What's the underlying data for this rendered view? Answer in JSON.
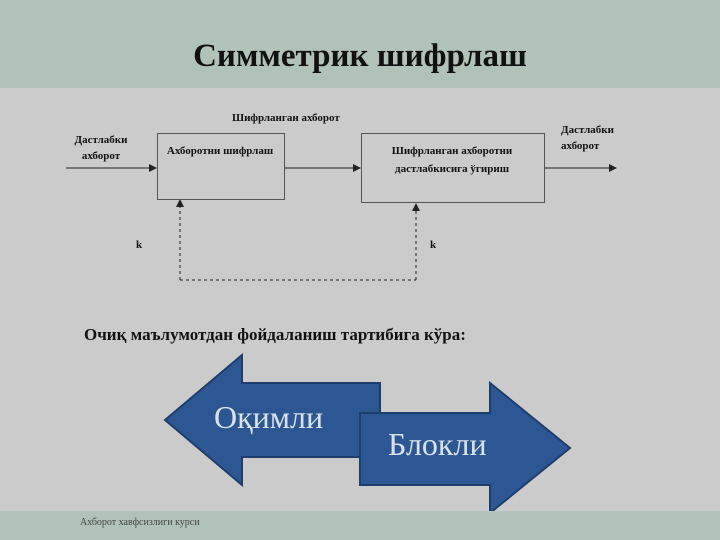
{
  "title": "Симметрик шифрлаш",
  "diagram": {
    "input_label": "Дастлабки ахборот",
    "encrypted_label": "Шифрланган ахборот",
    "output_label": "Дастлабки ахборот",
    "box_encrypt": "Ахборотни шифрлаш",
    "box_decrypt": "Шифрланган ахборотни дастлабкисига ўгириш",
    "key_left": "k",
    "key_right": "k"
  },
  "subtitle": "Очиқ маълумотдан фойдаланиш тартибига кўра:",
  "arrows": {
    "left_label": "Оқимли",
    "right_label": "Блокли"
  },
  "footer": "Ахборот хавфсизлиги курси",
  "colors": {
    "header_band": "#b1c3b9",
    "background": "#cbcbcb",
    "arrow_fill": "#2c5793",
    "arrow_text": "#dbe2ee"
  }
}
